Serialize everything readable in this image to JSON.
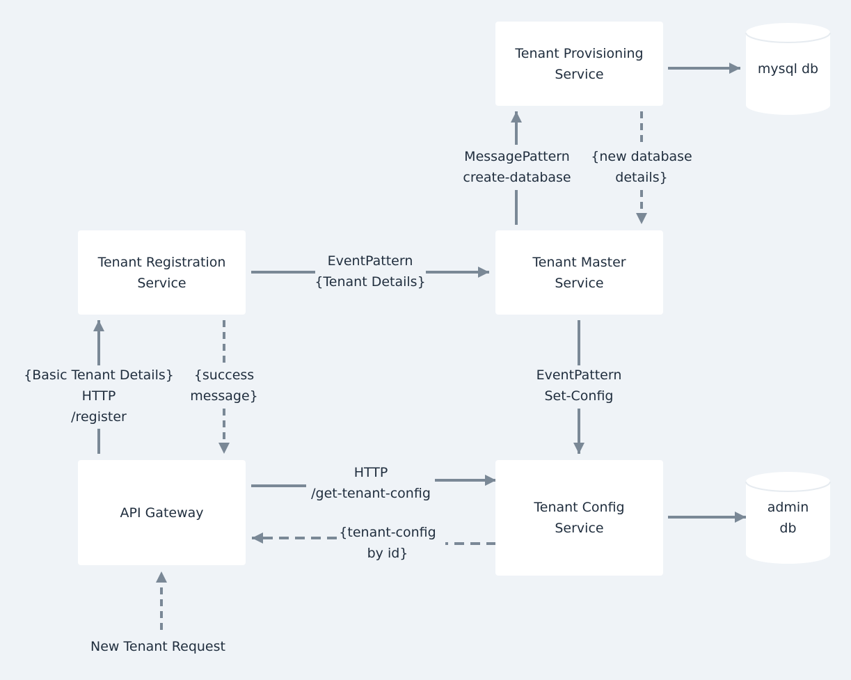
{
  "nodes": {
    "provisioning": "Tenant Provisioning\nService",
    "registration": "Tenant Registration\nService",
    "master": "Tenant Master\nService",
    "gateway": "API Gateway",
    "config": "Tenant Config\nService"
  },
  "databases": {
    "mysql": "mysql db",
    "admin": "admin\ndb"
  },
  "edge_labels": {
    "create_database": "MessagePattern\ncreate-database",
    "new_database_details": "{new database\ndetails}",
    "tenant_details_event": "EventPattern\n{Tenant Details}",
    "register": "{Basic Tenant Details}\nHTTP\n/register",
    "success_message": "{success\nmessage}",
    "set_config": "EventPattern\nSet-Config",
    "get_tenant_config": "HTTP\n/get-tenant-config",
    "tenant_config_by_id": "{tenant-config\nby id}",
    "new_tenant_request": "New Tenant Request"
  },
  "colors": {
    "background": "#eff3f7",
    "node_fill": "#ffffff",
    "arrow": "#7a8896",
    "text": "#1f2d3d"
  }
}
